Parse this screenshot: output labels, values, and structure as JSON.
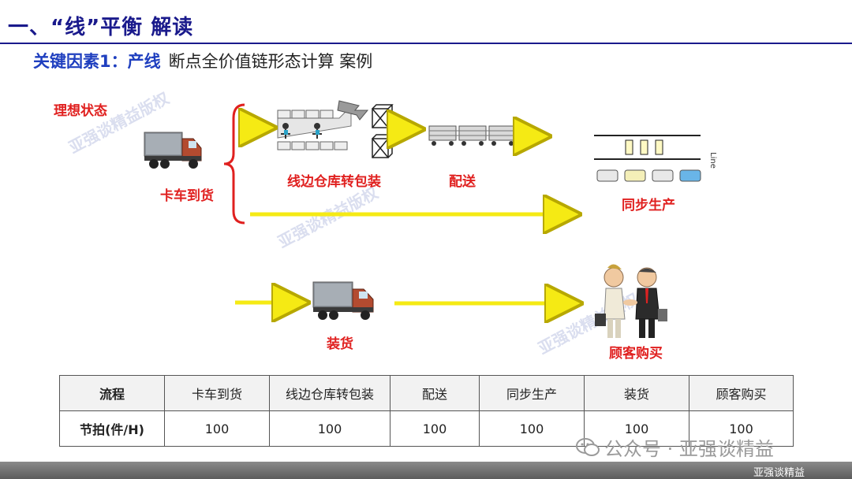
{
  "header": {
    "title": "一、“线”平衡 解读",
    "subtitle_key": "关键因素1：产线",
    "subtitle_rest": "断点全价值链形态计算 案例"
  },
  "diagram": {
    "ideal_state": "理想状态",
    "truck_arrival": "卡车到货",
    "warehouse_repack": "线边仓库转包装",
    "delivery": "配送",
    "sync_production": "同步生产",
    "line_label": "Line",
    "loading": "装货",
    "customer_purchase": "顾客购买",
    "watermark": "亚强谈精益版权"
  },
  "table": {
    "headers": [
      "流程",
      "卡车到货",
      "线边仓库转包装",
      "配送",
      "同步生产",
      "装货",
      "顾客购买"
    ],
    "row_label": "节拍(件/H)",
    "values": [
      "100",
      "100",
      "100",
      "100",
      "100",
      "100"
    ]
  },
  "branding": {
    "wechat_account": "公众号 · 亚强谈精益",
    "footer": "亚强谈精益"
  },
  "colors": {
    "title_blue": "#1a1a8c",
    "subtitle_blue": "#1f3fbf",
    "label_red": "#e0201f",
    "arrow_yellow": "#f5ea14",
    "bracket_red": "#e0201f"
  }
}
